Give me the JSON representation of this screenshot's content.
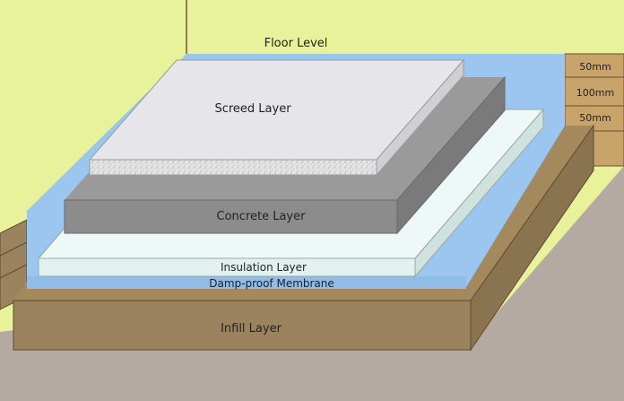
{
  "diagram": {
    "floor_level_label": "Floor Level",
    "layers": [
      {
        "id": "screed",
        "label": "Screed Layer"
      },
      {
        "id": "concrete",
        "label": "Concrete Layer"
      },
      {
        "id": "insulation",
        "label": "Insulation Layer"
      },
      {
        "id": "dpm",
        "label": "Damp-proof Membrane"
      },
      {
        "id": "infill",
        "label": "Infill Layer"
      }
    ],
    "dimensions": [
      "50mm",
      "100mm",
      "50mm"
    ]
  },
  "colors": {
    "wall": "#e8f29a",
    "ground": "#b4aaa1",
    "soil": "#9b835d",
    "membrane": "#9ac6f0",
    "screed": "#e6e6ea",
    "concrete": "#8c8c8c",
    "insulation": "#e3f1ee"
  }
}
